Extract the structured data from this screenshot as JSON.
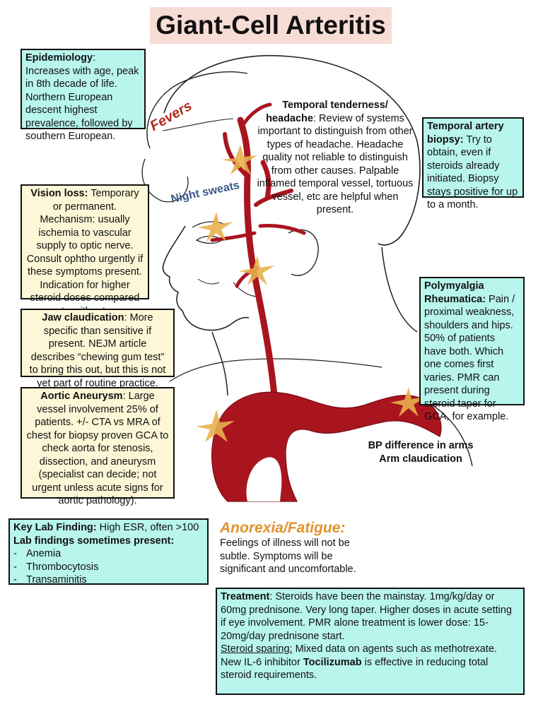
{
  "title": "Giant-Cell Arteritis",
  "colors": {
    "artery": "#a9151f",
    "cyan_box": "#b8f5ec",
    "cream_box": "#fdf7d7",
    "title_bg": "#f7dcd6",
    "anorexia": "#e0922c",
    "fevers": "#b22a1c",
    "night_sweats": "#3a5a8a",
    "star": "#e8b04c"
  },
  "labels": {
    "fevers": "Fevers",
    "night_sweats": "Night sweats"
  },
  "epidemiology": {
    "heading": "Epidemiology",
    "text": ": Increases with age, peak in 8th decade of life. Northern European descent highest prevalence, followed by southern European."
  },
  "vision": {
    "heading": "Vision loss:",
    "text": " Temporary or permanent. Mechanism: usually ischemia to vascular supply to optic nerve. Consult ophtho urgently if these symptoms present. Indication for higher steroid doses compared to without."
  },
  "jaw": {
    "heading": "Jaw claudication",
    "text": ": More specific than sensitive if present. NEJM article describes “chewing gum test” to bring this out, but this is not yet part of routine practice."
  },
  "aortic": {
    "heading": "Aortic Aneurysm",
    "text": ": Large vessel involvement 25% of patients. +/- CTA vs MRA of chest for biopsy proven GCA to check aorta for stenosis, dissection, and aneurysm (specialist can decide; not urgent unless acute signs for aortic pathology)."
  },
  "temporal": {
    "heading": "Temporal tenderness/ headache",
    "text": ": Review of systems important to distinguish from other types of headache. Headache quality not reliable to distinguish from other causes. Palpable inflamed temporal vessel, tortuous vessel, etc are helpful when present."
  },
  "biopsy": {
    "heading": "Temporal artery biopsy:",
    "text": " Try to obtain, even if steroids already initiated. Biopsy stays positive for up to a month."
  },
  "pmr": {
    "heading": "Polymyalgia Rheumatica:",
    "text": " Pain / proximal weakness, shoulders and hips. 50% of patients have both. Which one comes first varies. PMR can present during steroid taper for GCA, for example."
  },
  "bp": {
    "line1": "BP difference in arms",
    "line2": "Arm claudication"
  },
  "lab": {
    "key_heading": "Key Lab Finding:",
    "key_text": " High ESR, often >100",
    "sometimes_heading": "Lab findings sometimes present:",
    "bullet": "-",
    "items": [
      "Anemia",
      "Thrombocytosis",
      "Transaminitis"
    ]
  },
  "anorexia": {
    "title": "Anorexia/Fatigue:",
    "text": "Feelings of illness will not be subtle. Symptoms will be significant and uncomfortable."
  },
  "treatment": {
    "heading": "Treatment",
    "text1": ": Steroids have been the mainstay. 1mg/kg/day or 60mg prednisone. Very long taper. Higher doses in acute setting if eye involvement. PMR alone treatment is lower dose: 15-20mg/day prednisone start.",
    "sparing_label": "Steroid sparing:",
    "sparing_text": " Mixed data on agents such as methotrexate.",
    "il6_prefix": "New IL-6 inhibitor ",
    "drug": "Tocilizumab",
    "il6_suffix": " is effective in reducing total steroid requirements."
  }
}
